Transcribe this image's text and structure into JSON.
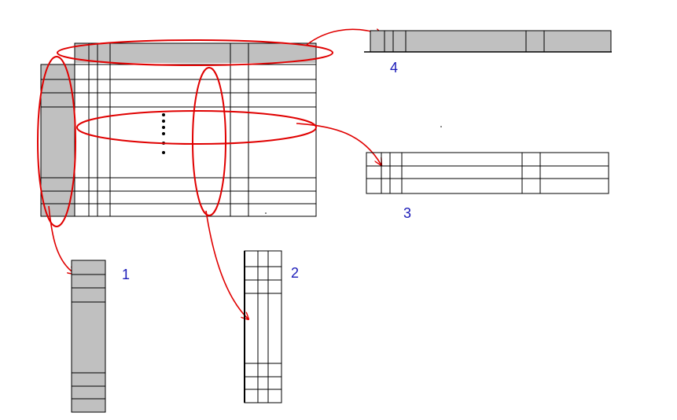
{
  "colors": {
    "cell_fill": "#c0c0c0",
    "grid_line": "#000000",
    "highlight": "#e00000",
    "label": "#1a1ab8",
    "background": "#ffffff"
  },
  "labels": {
    "column_slice": "1",
    "vertical_slice": "2",
    "row_slice": "3",
    "header_slice": "4"
  }
}
